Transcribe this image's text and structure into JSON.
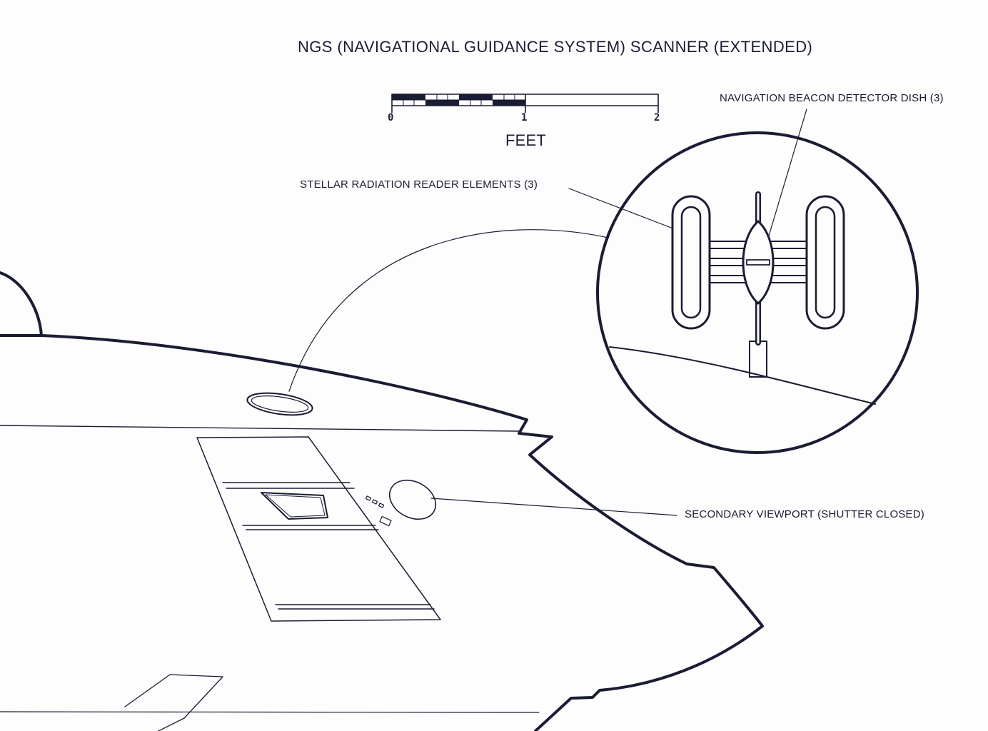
{
  "title": "NGS (NAVIGATIONAL GUIDANCE SYSTEM) SCANNER (EXTENDED)",
  "scale_bar": {
    "ticks": [
      "0",
      "1",
      "2"
    ],
    "unit": "FEET"
  },
  "callouts": {
    "beacon": "NAVIGATION BEACON DETECTOR DISH (3)",
    "stellar": "STELLAR RADIATION READER ELEMENTS (3)",
    "viewport": "SECONDARY VIEWPORT (SHUTTER CLOSED)"
  },
  "colors": {
    "ink": "#1a1c33",
    "paper": "#fdfdfd"
  }
}
